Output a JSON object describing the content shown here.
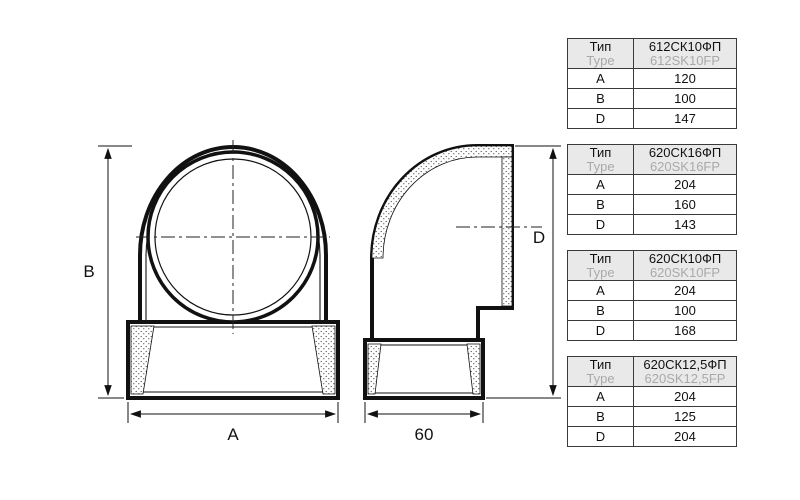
{
  "drawing": {
    "dim_height_front": "B",
    "dim_width_front": "A",
    "dim_depth_side": "60",
    "dim_height_side": "D"
  },
  "tables": [
    {
      "header": {
        "label_ru": "Тип",
        "label_en": "Type",
        "code_ru": "612СК10ФП",
        "code_en": "612SK10FP"
      },
      "rows": [
        {
          "label": "A",
          "value": "120"
        },
        {
          "label": "B",
          "value": "100"
        },
        {
          "label": "D",
          "value": "147"
        }
      ]
    },
    {
      "header": {
        "label_ru": "Тип",
        "label_en": "Type",
        "code_ru": "620СК16ФП",
        "code_en": "620SK16FP"
      },
      "rows": [
        {
          "label": "A",
          "value": "204"
        },
        {
          "label": "B",
          "value": "160"
        },
        {
          "label": "D",
          "value": "143"
        }
      ]
    },
    {
      "header": {
        "label_ru": "Тип",
        "label_en": "Type",
        "code_ru": "620СК10ФП",
        "code_en": "620SK10FP"
      },
      "rows": [
        {
          "label": "A",
          "value": "204"
        },
        {
          "label": "B",
          "value": "100"
        },
        {
          "label": "D",
          "value": "168"
        }
      ]
    },
    {
      "header": {
        "label_ru": "Тип",
        "label_en": "Type",
        "code_ru": "620СК12,5ФП",
        "code_en": "620SK12,5FP"
      },
      "rows": [
        {
          "label": "A",
          "value": "204"
        },
        {
          "label": "B",
          "value": "125"
        },
        {
          "label": "D",
          "value": "204"
        }
      ]
    }
  ]
}
